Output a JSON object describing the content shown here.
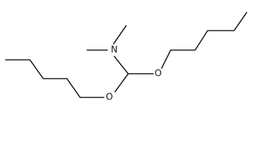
{
  "molecule": {
    "atoms": {
      "nitrogen": "N",
      "oxygen_right": "O",
      "oxygen_left": "O"
    }
  }
}
